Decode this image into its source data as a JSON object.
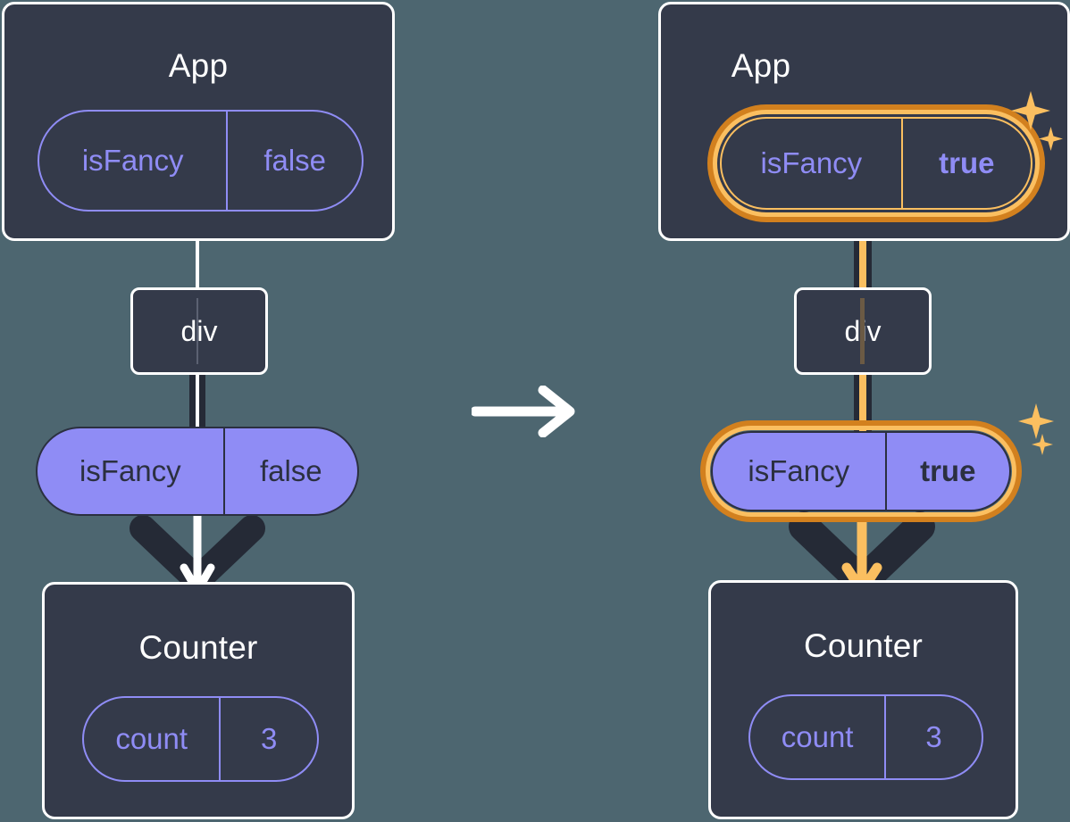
{
  "diagram": {
    "title": "React state propagation: isFancy false to true",
    "background_color": "#4d6670",
    "accent_colors": {
      "panel_fill": "#343a4a",
      "panel_border": "#ffffff",
      "purple": "#8f8cf5",
      "dark_text": "#2b3040",
      "highlight_outer": "#d2801e",
      "highlight_inner": "#fbbf60",
      "connector_dark": "#252a36"
    },
    "transition_arrow": "arrow-right-icon"
  },
  "before": {
    "app": {
      "title": "App",
      "state_pill": {
        "key": "isFancy",
        "value": "false",
        "highlighted": false,
        "bold_value": false
      }
    },
    "div_node": {
      "label": "div"
    },
    "prop_pill": {
      "key": "isFancy",
      "value": "false",
      "highlighted": false,
      "bold_value": false
    },
    "counter": {
      "title": "Counter",
      "state_pill": {
        "key": "count",
        "value": "3",
        "highlighted": false,
        "bold_value": false
      }
    }
  },
  "after": {
    "app": {
      "title": "App",
      "state_pill": {
        "key": "isFancy",
        "value": "true",
        "highlighted": true,
        "bold_value": true
      }
    },
    "div_node": {
      "label": "div"
    },
    "prop_pill": {
      "key": "isFancy",
      "value": "true",
      "highlighted": true,
      "bold_value": true
    },
    "counter": {
      "title": "Counter",
      "state_pill": {
        "key": "count",
        "value": "3",
        "highlighted": false,
        "bold_value": false
      }
    },
    "sparkles": [
      "sparkle-icon",
      "sparkle-icon",
      "sparkle-icon",
      "sparkle-icon"
    ]
  }
}
